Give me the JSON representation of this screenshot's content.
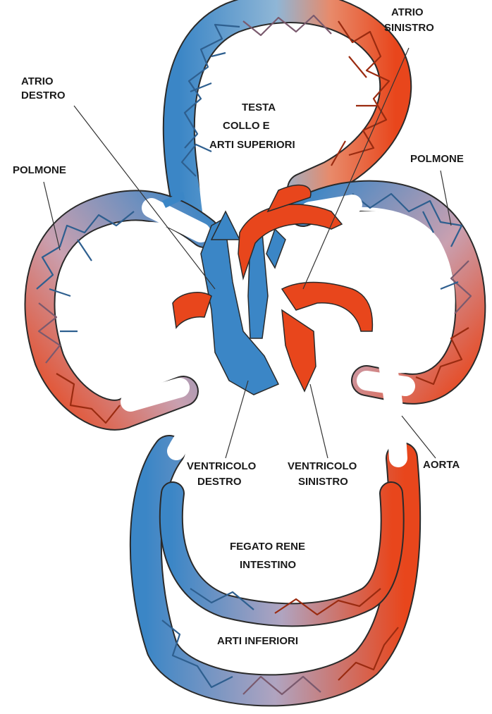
{
  "labels": {
    "atrio_destro": [
      "ATRIO",
      "DESTRO"
    ],
    "atrio_sinistro": [
      "ATRIO",
      "SINISTRO"
    ],
    "testa": [
      "TESTA",
      "COLLO   E",
      "ARTI SUPERIORI"
    ],
    "polmone_left": "POLMONE",
    "polmone_right": "POLMONE",
    "ventricolo_destro": [
      "VENTRICOLO",
      "DESTRO"
    ],
    "ventricolo_sinistro": [
      "VENTRICOLO",
      "SINISTRO"
    ],
    "aorta": "AORTA",
    "fegato": [
      "FEGATO  RENE",
      "INTESTINO"
    ],
    "arti_inferiori": "ARTI   INFERIORI"
  },
  "colors": {
    "venous": "#3b86c6",
    "venous_light": "#8cc0e6",
    "arterial": "#e8461c",
    "arterial_light": "#f08a5a",
    "outline": "#2a2a2a",
    "net_blue": "#2e5f8f",
    "net_red": "#9a2b10"
  },
  "icons": {
    "heart": "heart-diagram",
    "capillary": "capillary-network"
  }
}
